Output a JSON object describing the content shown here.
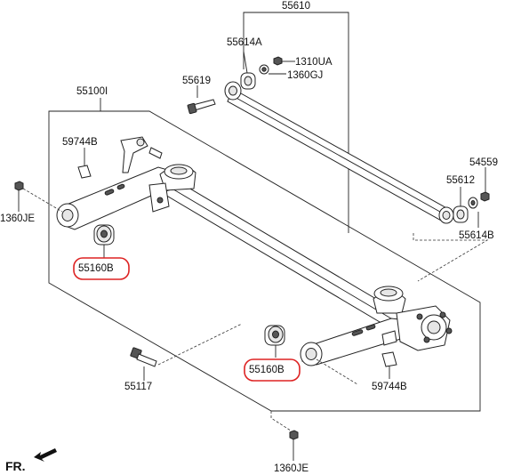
{
  "labels": {
    "p55610": "55610",
    "p55614A": "55614A",
    "p1310UA": "1310UA",
    "p1360GJ": "1360GJ",
    "p55619": "55619",
    "p55100I": "55100I",
    "p59744B_top": "59744B",
    "p1360JE_left": "1360JE",
    "p55160B_left": "55160B",
    "p54559": "54559",
    "p55612": "55612",
    "p55614B": "55614B",
    "p55160B_mid": "55160B",
    "p55117": "55117",
    "p59744B_bottom": "59744B",
    "p1360JE_bottom": "1360JE",
    "fr": "FR."
  },
  "colors": {
    "highlight": "#d22222"
  },
  "icons": [
    "front-arrow-icon"
  ]
}
